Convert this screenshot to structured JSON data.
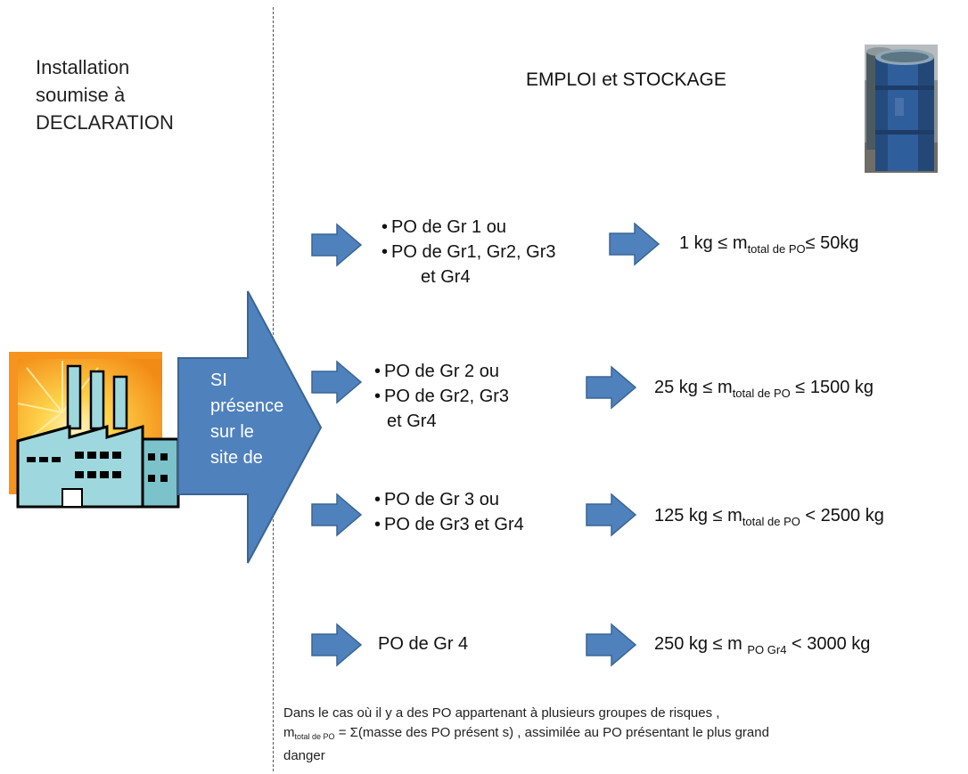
{
  "left_title": [
    "Installation",
    "soumise à",
    "DECLARATION"
  ],
  "header": "EMPLOI et  STOCKAGE",
  "big_arrow_text": [
    "SI",
    "présence",
    "sur le",
    "site de"
  ],
  "rows": [
    {
      "criteria": [
        {
          "text": "PO de Gr 1 ou",
          "bullet": true
        },
        {
          "text": "PO de Gr1, Gr2, Gr3",
          "bullet": true
        },
        {
          "text": "et Gr4",
          "bullet": false
        }
      ],
      "threshold": {
        "lead": "1 kg ≤  m",
        "sub": "total de PO",
        "tail": "≤  50kg"
      }
    },
    {
      "criteria": [
        {
          "text": "PO de Gr 2 ou",
          "bullet": true
        },
        {
          "text": "PO de Gr2, Gr3",
          "bullet": true
        },
        {
          "text": "et Gr4",
          "bullet": false
        }
      ],
      "threshold": {
        "lead": "25 kg ≤  m",
        "sub": "total de PO",
        "tail": " ≤  1500 kg"
      }
    },
    {
      "criteria": [
        {
          "text": "PO de Gr 3 ou",
          "bullet": true
        },
        {
          "text": "PO de Gr3 et Gr4",
          "bullet": true
        }
      ],
      "threshold": {
        "lead": "125 kg ≤  m",
        "sub": "total de PO",
        "tail": " <  2500 kg"
      }
    },
    {
      "criteria": [
        {
          "text": "PO de Gr 4",
          "bullet": false
        }
      ],
      "threshold": {
        "lead": "250 kg ≤  m ",
        "sub": "PO Gr4",
        "tail": " <  3000 kg"
      }
    }
  ],
  "note": {
    "line1": "Dans le cas  où il y a des  PO appartenant  à plusieurs groupes de risques ,",
    "m": "m",
    "sub": "total de PO",
    "line2_tail": " = Σ(masse des PO présent s) ,  assimilée  au PO  présentant le plus grand",
    "line3": "danger"
  },
  "colors": {
    "arrow_fill": "#4f81bd",
    "arrow_stroke": "#3a6695",
    "factory_orange": "#f7941d",
    "factory_blue": "#9ed8de"
  },
  "icons": {
    "factory": "factory-icon",
    "barrels": "barrels-photo"
  }
}
